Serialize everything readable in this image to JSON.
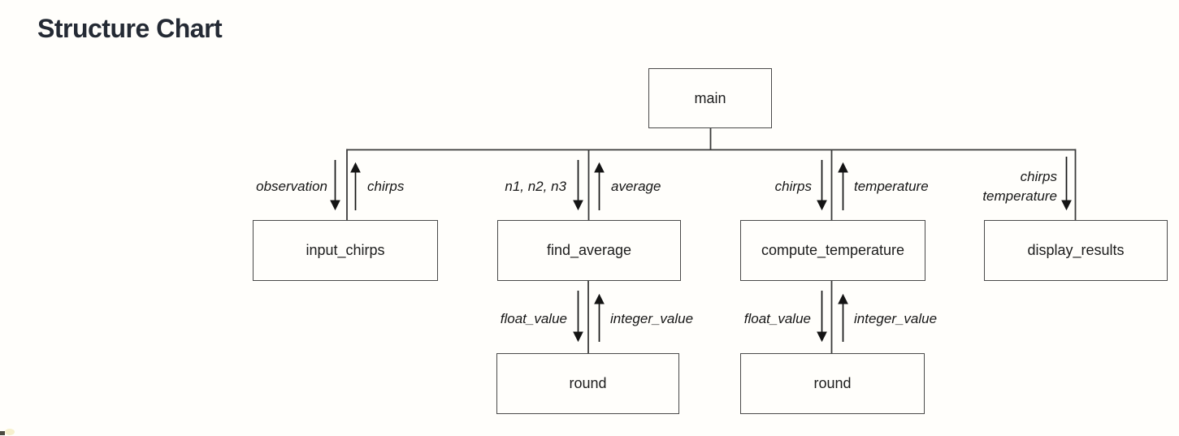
{
  "page": {
    "title": "Structure Chart"
  },
  "colors": {
    "background": "#fffefb",
    "title_text": "#242a34",
    "structure_line": "#3a3a3a",
    "arrow": "#141414",
    "box_border": "#4a4a4a",
    "box_text": "#1c1c1c"
  },
  "diagram": {
    "nodes": {
      "main": "main",
      "input_chirps": "input_chirps",
      "find_average": "find_average",
      "compute_temperature": "compute_temperature",
      "display_results": "display_results",
      "round_left": "round",
      "round_right": "round"
    },
    "flow_labels": {
      "input_chirps_in": "observation",
      "input_chirps_out": "chirps",
      "find_average_in": "n1, n2, n3",
      "find_average_out": "average",
      "compute_temperature_in": "chirps",
      "compute_temperature_out": "temperature",
      "display_results_in_line1": "chirps",
      "display_results_in_line2": "temperature",
      "round_left_in": "float_value",
      "round_left_out": "integer_value",
      "round_right_in": "float_value",
      "round_right_out": "integer_value"
    }
  }
}
